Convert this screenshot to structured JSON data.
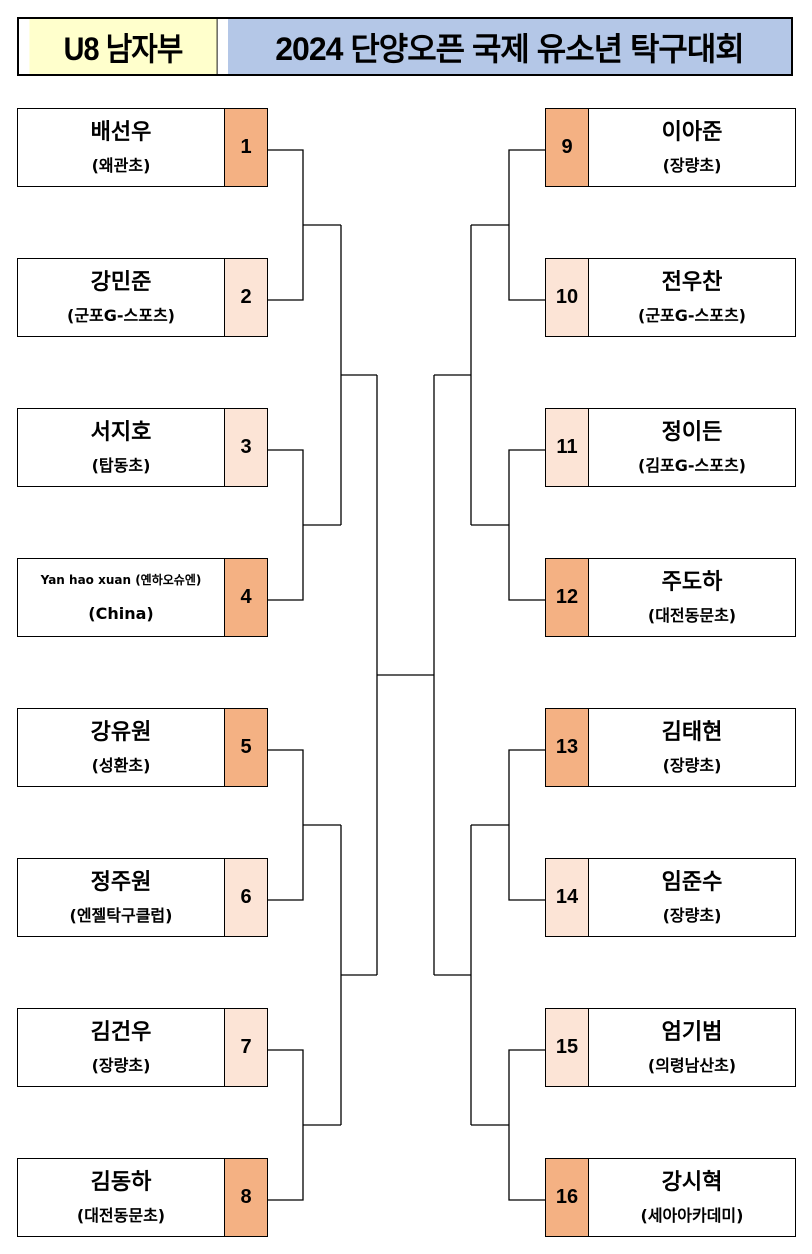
{
  "title": {
    "division": "U8 남자부",
    "tournament": "2024 단양오픈 국제 유소년 탁구대회"
  },
  "colors": {
    "seed_dark": "#F4B183",
    "seed_light": "#FCE4D6",
    "division_bg": "#FFFFCC",
    "tournament_bg": "#B4C7E7"
  },
  "players": [
    {
      "seed": "1",
      "name": "배선우",
      "club": "(왜관초)",
      "shade": "dark"
    },
    {
      "seed": "2",
      "name": "강민준",
      "club": "(군포G-스포츠)",
      "shade": "light"
    },
    {
      "seed": "3",
      "name": "서지호",
      "club": "(탑동초)",
      "shade": "light"
    },
    {
      "seed": "4",
      "name": "Yan hao xuan (옌하오슈엔)",
      "club": "(China)",
      "shade": "dark"
    },
    {
      "seed": "5",
      "name": "강유원",
      "club": "(성환초)",
      "shade": "dark"
    },
    {
      "seed": "6",
      "name": "정주원",
      "club": "(엔젤탁구클럽)",
      "shade": "light"
    },
    {
      "seed": "7",
      "name": "김건우",
      "club": "(장량초)",
      "shade": "light"
    },
    {
      "seed": "8",
      "name": "김동하",
      "club": "(대전동문초)",
      "shade": "dark"
    },
    {
      "seed": "9",
      "name": "이아준",
      "club": "(장량초)",
      "shade": "dark"
    },
    {
      "seed": "10",
      "name": "전우찬",
      "club": "(군포G-스포츠)",
      "shade": "light"
    },
    {
      "seed": "11",
      "name": "정이든",
      "club": "(김포G-스포츠)",
      "shade": "light"
    },
    {
      "seed": "12",
      "name": "주도하",
      "club": "(대전동문초)",
      "shade": "dark"
    },
    {
      "seed": "13",
      "name": "김태현",
      "club": "(장량초)",
      "shade": "dark"
    },
    {
      "seed": "14",
      "name": "임준수",
      "club": "(장량초)",
      "shade": "light"
    },
    {
      "seed": "15",
      "name": "엄기범",
      "club": "(의령남산초)",
      "shade": "light"
    },
    {
      "seed": "16",
      "name": "강시혁",
      "club": "(세아아카데미)",
      "shade": "dark"
    }
  ]
}
